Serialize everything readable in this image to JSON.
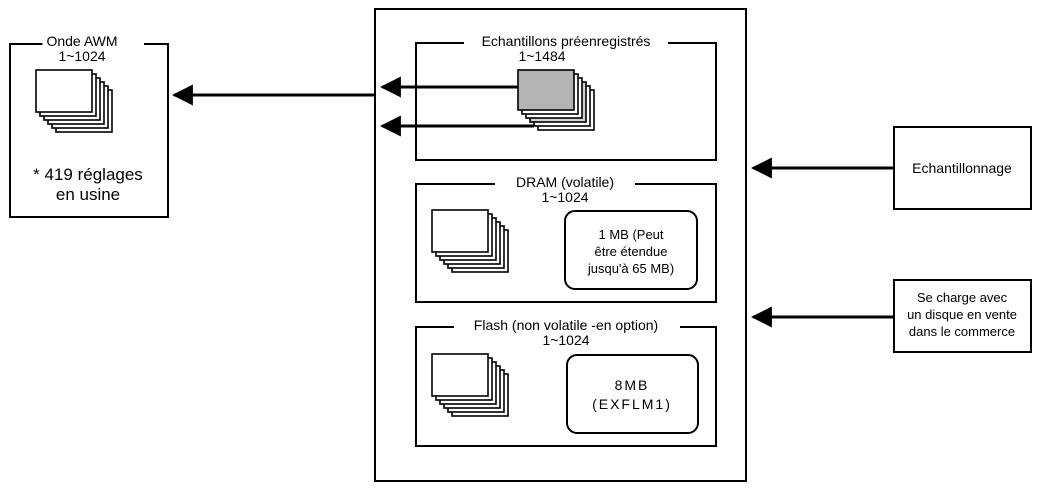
{
  "diagram": {
    "awm": {
      "title": "Onde AWM",
      "range": "1~1024",
      "note_line1": "* 419 réglages",
      "note_line2": "en usine"
    },
    "preset": {
      "title": "Echantillons préenregistrés",
      "range": "1~1484"
    },
    "dram": {
      "title": "DRAM (volatile)",
      "range": "1~1024",
      "memory_line1": "1 MB (Peut",
      "memory_line2": "être étendue",
      "memory_line3": "jusqu'à 65 MB)"
    },
    "flash": {
      "title": "Flash (non volatile -en option)",
      "range": "1~1024",
      "memory_line1": "8MB",
      "memory_line2": "(EXFLM1)"
    },
    "sampling": {
      "label": "Echantillonnage"
    },
    "disk": {
      "line1": "Se charge avec",
      "line2": "un disque en vente",
      "line3": "dans le commerce"
    },
    "colors": {
      "line": "#000000",
      "page": "#ffffff",
      "highlight": "#b4b4b4",
      "shade": "#d0d0d0"
    }
  }
}
